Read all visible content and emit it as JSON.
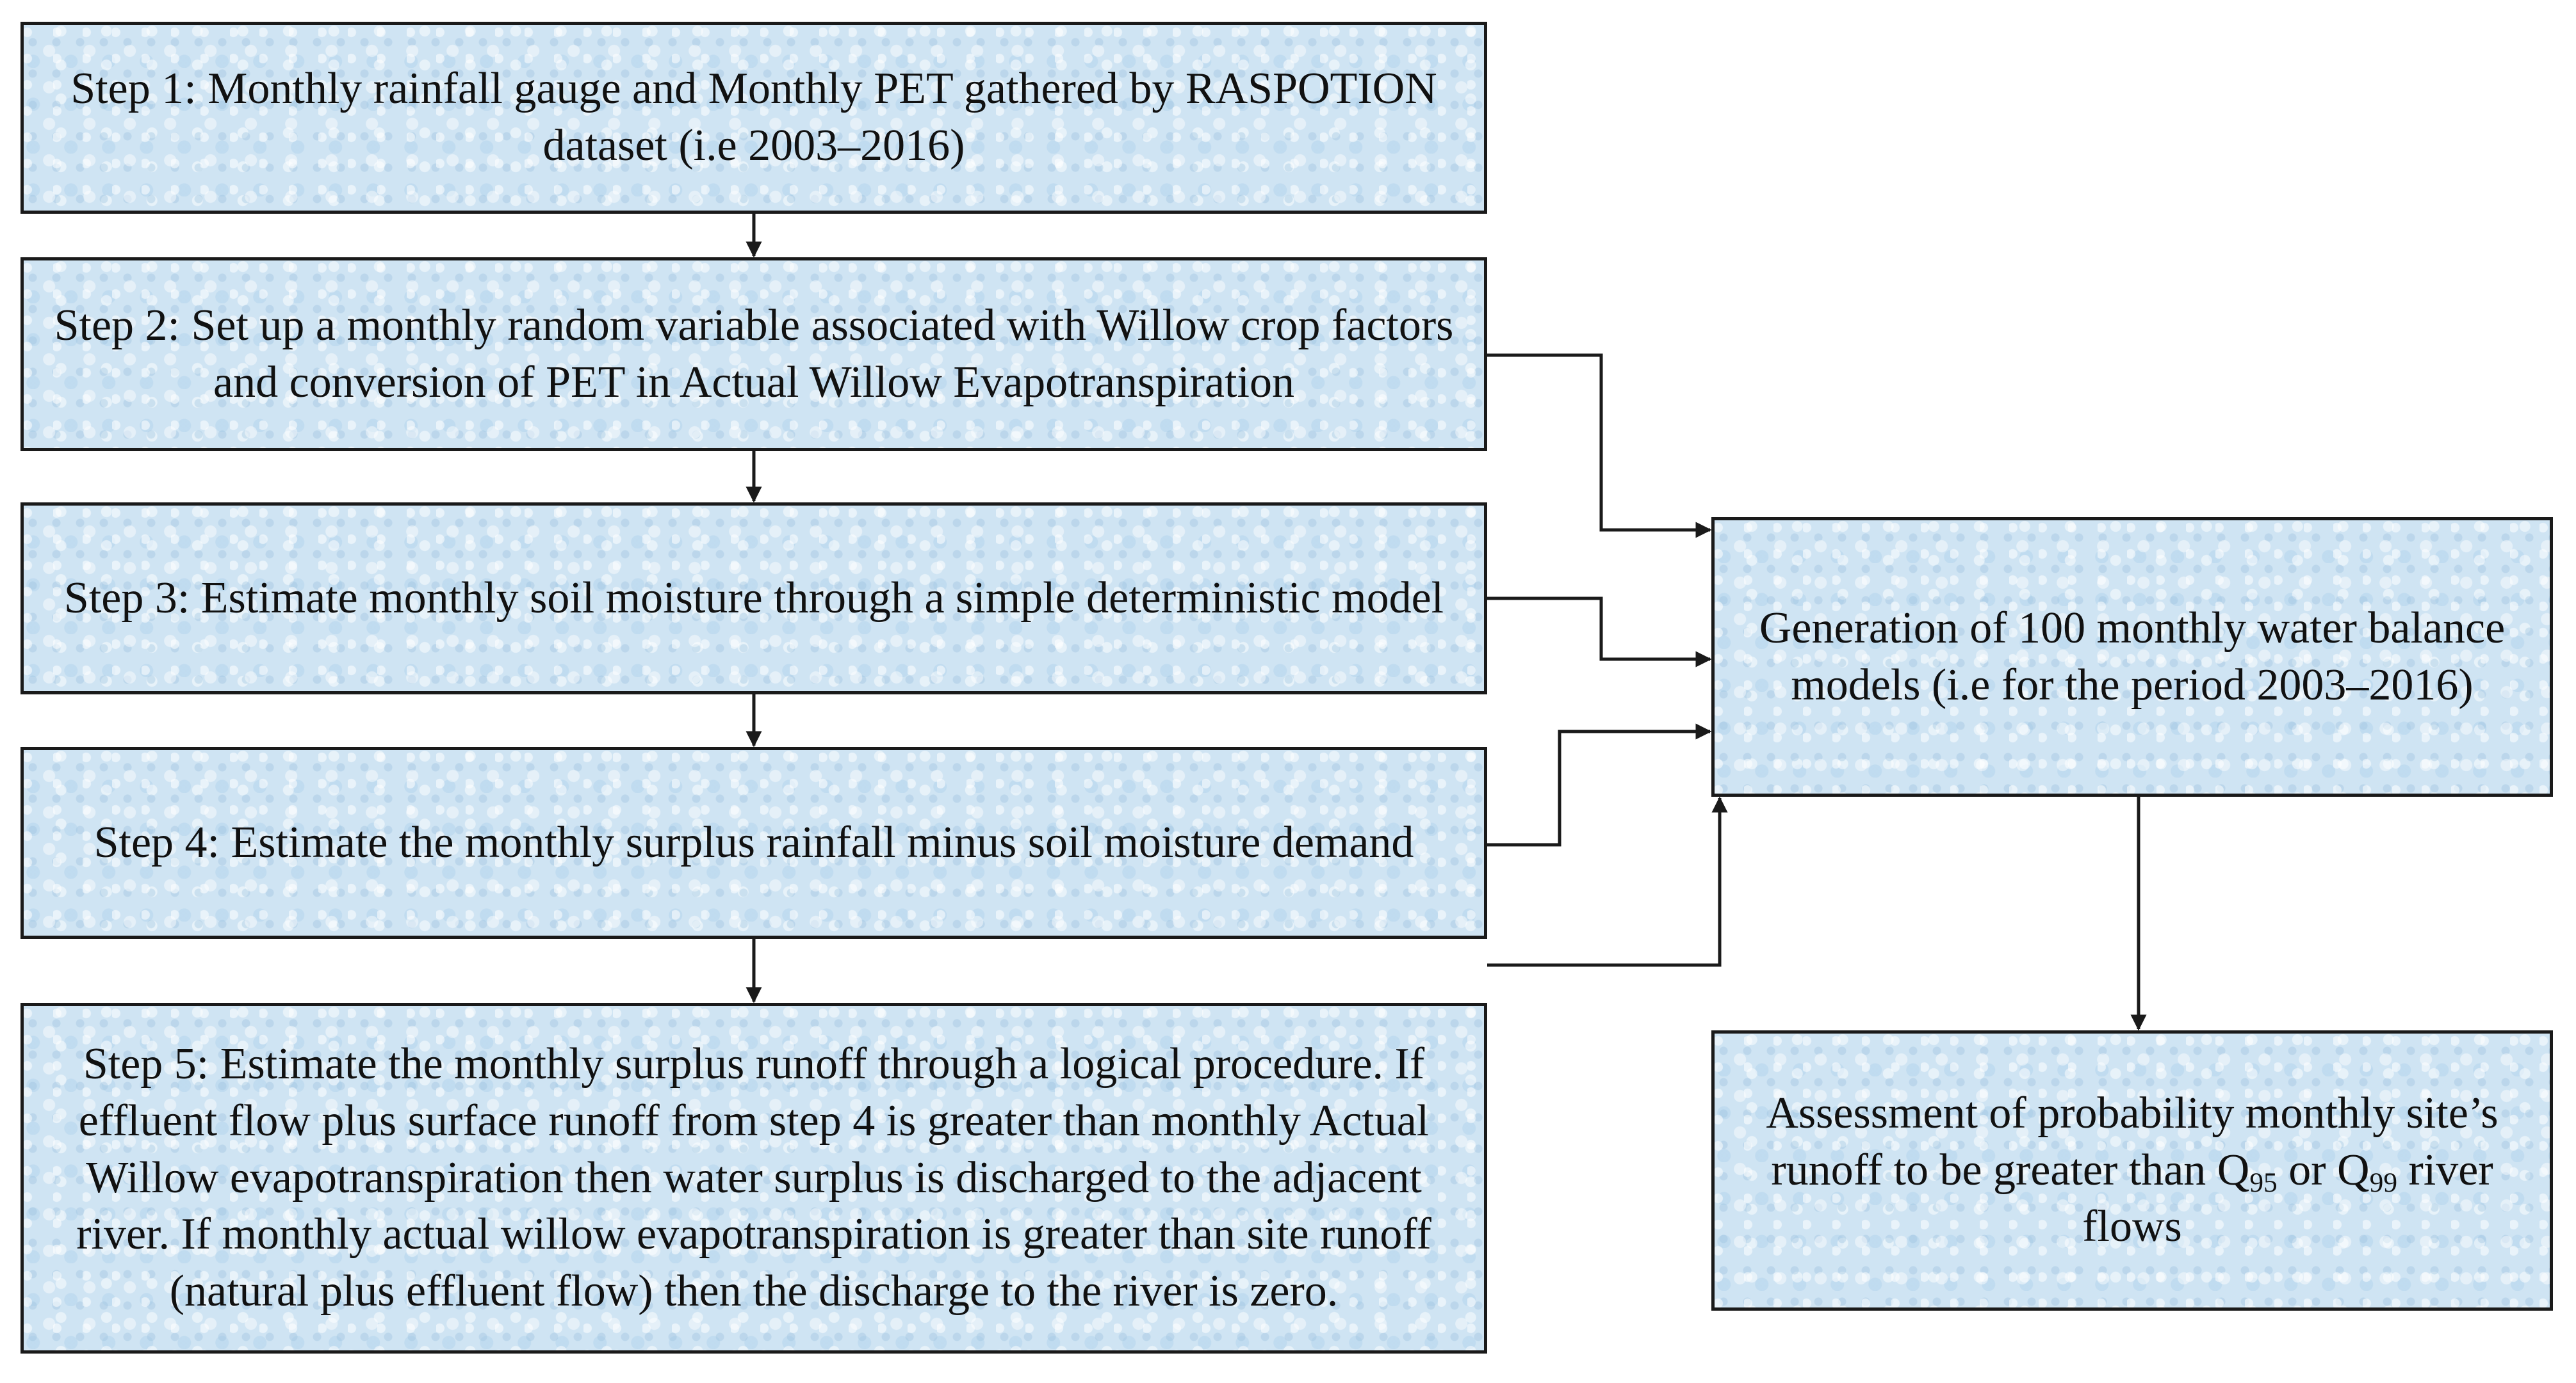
{
  "steps": [
    {
      "text": "Step 1:  Monthly rainfall gauge and Monthly PET gathered by RASPOTION dataset (i.e 2003–2016)"
    },
    {
      "text": "Step 2:  Set up a monthly random variable associated with Willow crop factors and conversion of PET in Actual Willow Evapotranspiration"
    },
    {
      "text": "Step 3:  Estimate monthly soil moisture through a simple deterministic model"
    },
    {
      "text": "Step 4:  Estimate the monthly surplus rainfall minus soil moisture demand"
    },
    {
      "text": "Step 5:  Estimate the monthly surplus runoff through a logical procedure. If effluent flow plus surface runoff from step 4 is greater than monthly Actual Willow evapotranspiration then water surplus is discharged to the adjacent river. If monthly actual willow evapotranspiration is greater than site runoff (natural plus effluent flow) then the discharge to the river is zero."
    }
  ],
  "generation": {
    "text": "Generation of 100 monthly water balance models (i.e for the period 2003–2016)"
  },
  "assessment": {
    "part1": "Assessment of probability monthly site’s runoff to be greater than Q",
    "sub1": "95",
    "part2": " or Q",
    "sub2": "99",
    "part3": "  river flows"
  },
  "colors": {
    "box_fill": "#cfe4f3",
    "border": "#1a1a1a",
    "arrow": "#1a1a1a"
  }
}
